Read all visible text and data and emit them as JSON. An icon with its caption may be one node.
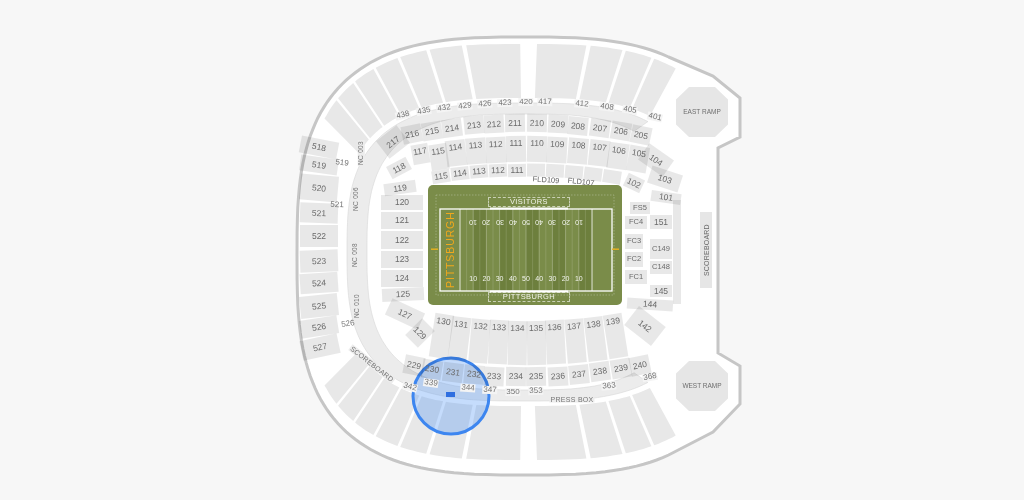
{
  "diagram": {
    "nodes": [
      {
        "text": [
          "EAST RAMP"
        ]
      },
      {
        "text": [
          "217"
        ]
      },
      {
        "text": [
          "216"
        ]
      },
      {
        "text": [
          "215"
        ]
      },
      {
        "text": [
          "214"
        ]
      },
      {
        "text": [
          "213"
        ]
      },
      {
        "text": [
          "212"
        ]
      },
      {
        "text": [
          "211"
        ]
      },
      {
        "text": [
          "210"
        ]
      },
      {
        "text": [
          "209"
        ]
      },
      {
        "text": [
          "208"
        ]
      },
      {
        "text": [
          "207"
        ]
      },
      {
        "text": [
          "206"
        ]
      },
      {
        "text": [
          "205"
        ]
      },
      {
        "text": [
          "117"
        ]
      },
      {
        "text": [
          "115"
        ]
      },
      {
        "text": [
          "114"
        ]
      },
      {
        "text": [
          "113"
        ]
      },
      {
        "text": [
          "112"
        ]
      },
      {
        "text": [
          "111"
        ]
      },
      {
        "text": [
          "110"
        ]
      },
      {
        "text": [
          "109"
        ]
      },
      {
        "text": [
          "108"
        ]
      },
      {
        "text": [
          "107"
        ]
      },
      {
        "text": [
          "106"
        ]
      },
      {
        "text": [
          "105"
        ]
      },
      {
        "text": [
          "104"
        ]
      },
      {
        "text": [
          "118"
        ]
      },
      {
        "text": [
          "103"
        ]
      },
      {
        "text": [
          "119"
        ]
      },
      {
        "text": [
          "115"
        ]
      },
      {
        "text": [
          "114"
        ]
      },
      {
        "text": [
          "113"
        ]
      },
      {
        "text": [
          "112"
        ]
      },
      {
        "text": [
          "111"
        ]
      },
      {
        "text": [
          "102"
        ]
      },
      {
        "text": [
          "518"
        ]
      },
      {
        "text": [
          "519"
        ]
      },
      {
        "text": [
          "101"
        ]
      },
      {
        "text": [
          "520"
        ]
      },
      {
        "text": [
          "120"
        ]
      },
      {
        "text": [
          "FS5"
        ]
      },
      {
        "text": [
          "521"
        ]
      },
      {
        "text": [
          "121"
        ]
      },
      {
        "text": [
          "FC4"
        ]
      },
      {
        "text": [
          "151"
        ]
      },
      {
        "text": [
          "522"
        ]
      },
      {
        "text": [
          "122"
        ]
      },
      {
        "text": [
          "FC3"
        ]
      },
      {
        "text": [
          "C149"
        ]
      },
      {
        "text": [
          "523"
        ]
      },
      {
        "text": [
          "123"
        ]
      },
      {
        "text": [
          "FC2"
        ]
      },
      {
        "text": [
          "C148"
        ]
      },
      {
        "text": [
          "524"
        ]
      },
      {
        "text": [
          "124"
        ]
      },
      {
        "text": [
          "FC1"
        ]
      },
      {
        "text": [
          "125"
        ]
      },
      {
        "text": [
          "145"
        ]
      },
      {
        "text": [
          "144"
        ]
      },
      {
        "text": [
          "525"
        ]
      },
      {
        "text": [
          "127"
        ]
      },
      {
        "text": [
          "130"
        ]
      },
      {
        "text": [
          "131"
        ]
      },
      {
        "text": [
          "132"
        ]
      },
      {
        "text": [
          "133"
        ]
      },
      {
        "text": [
          "134"
        ]
      },
      {
        "text": [
          "135"
        ]
      },
      {
        "text": [
          "136"
        ]
      },
      {
        "text": [
          "137"
        ]
      },
      {
        "text": [
          "138"
        ]
      },
      {
        "text": [
          "139"
        ]
      },
      {
        "text": [
          "142"
        ]
      },
      {
        "text": [
          "526"
        ]
      },
      {
        "text": [
          "129"
        ]
      },
      {
        "text": [
          "527"
        ]
      },
      {
        "text": [
          "229"
        ]
      },
      {
        "text": [
          "230"
        ]
      },
      {
        "text": [
          "231"
        ]
      },
      {
        "text": [
          "232"
        ]
      },
      {
        "text": [
          "233"
        ]
      },
      {
        "text": [
          "234"
        ]
      },
      {
        "text": [
          "235"
        ]
      },
      {
        "text": [
          "236"
        ]
      },
      {
        "text": [
          "237"
        ]
      },
      {
        "text": [
          "238"
        ]
      },
      {
        "text": [
          "239"
        ]
      },
      {
        "text": [
          "240"
        ]
      },
      {
        "text": [
          "WEST RAMP"
        ]
      },
      {
        "text": [
          "SCOREBOARD"
        ]
      },
      {
        "text": [],
        "shape": "box"
      },
      {
        "text": [
          "VISITORS"
        ],
        "in": 90
      },
      {
        "text": [
          "PITTSBURGH"
        ],
        "in": 90
      },
      {
        "text": [
          "PITTSBURGH"
        ],
        "in": 90
      }
    ],
    "labels": [
      "438",
      "435",
      "432",
      "429",
      "426",
      "423",
      "420",
      "417",
      "412",
      "408",
      "405",
      "401",
      "NC 003",
      "FLD109",
      "FLD107",
      "519",
      "NC 006",
      "521",
      "10",
      "20",
      "30",
      "40",
      "50",
      "40",
      "30",
      "20",
      "10",
      "NC 008",
      "10",
      "20",
      "30",
      "40",
      "50",
      "40",
      "30",
      "20",
      "10",
      "NC 010",
      "526",
      "SCOREBOARD",
      "342",
      "339",
      "344",
      "347",
      "350",
      "353",
      "363",
      "368",
      "PRESS BOX"
    ]
  }
}
